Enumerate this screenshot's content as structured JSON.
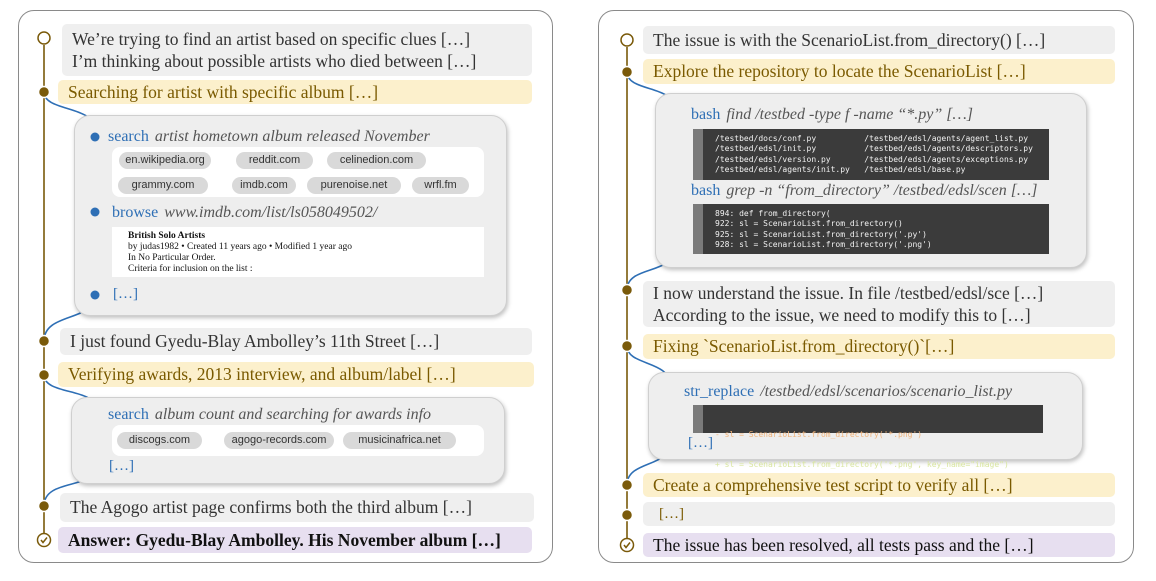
{
  "colors": {
    "trace": "#7a5a0a",
    "tool": "#2e6fb5",
    "thought": "#fcf0cc",
    "answer": "#e7dff0",
    "message": "#efefef"
  },
  "left": {
    "messages": [
      "We’re trying to find an artist based on specific clues […]",
      "I’m thinking about possible artists who died between […]"
    ],
    "plan1": "Searching for artist with specific album […]",
    "tool1": {
      "search_label": "search",
      "search_query": "artist hometown album released November",
      "chips": [
        "en.wikipedia.org",
        "reddit.com",
        "celinedion.com",
        "grammy.com",
        "imdb.com",
        "purenoise.net",
        "wrfl.fm"
      ],
      "browse_label": "browse",
      "browse_url": "www.imdb.com/list/ls058049502/",
      "page": {
        "title": "British Solo Artists",
        "meta": "by judas1982 • Created 11 years ago • Modified 1 year ago",
        "line1": "In No Particular Order.",
        "line2": "Criteria for inclusion on the list :"
      },
      "more": "[…]"
    },
    "msg2": "I just found Gyedu-Blay Ambolley’s 11th Street […]",
    "plan2": "Verifying awards, 2013 interview, and album/label […]",
    "tool2": {
      "search_label": "search",
      "search_query": "album count and searching for awards info",
      "chips": [
        "discogs.com",
        "agogo-records.com",
        "musicinafrica.net"
      ],
      "more": "[…]"
    },
    "msg3": "The Agogo artist page confirms both the third album […]",
    "answer": "Answer: Gyedu-Blay Ambolley. His November album […]"
  },
  "right": {
    "msg1": "The issue is with the ScenarioList.from_directory() […]",
    "plan1": "Explore the repository to locate the ScenarioList […]",
    "tool1": {
      "bash1_label": "bash",
      "bash1_cmd": "find /testbed -type f -name “*.py” […]",
      "bash1_out": "/testbed/docs/conf.py          /testbed/edsl/agents/agent_list.py\n/testbed/edsl/init.py          /testbed/edsl/agents/descriptors.py\n/testbed/edsl/version.py       /testbed/edsl/agents/exceptions.py\n/testbed/edsl/agents/init.py   /testbed/edsl/base.py",
      "bash2_label": "bash",
      "bash2_cmd": "grep -n “from_directory” /testbed/edsl/scen […]",
      "bash2_out": "894: def from_directory(\n922: sl = ScenarioList.from_directory()\n925: sl = ScenarioList.from_directory('.py')\n928: sl = ScenarioList.from_directory('.png')"
    },
    "msg2": [
      "I now understand the issue. In file /testbed/edsl/sce […]",
      "According to the issue, we need to modify this to […]"
    ],
    "plan2": "Fixing `ScenarioList.from_directory()`[…]",
    "tool2": {
      "label": "str_replace",
      "path": "/testbed/edsl/scenarios/scenario_list.py",
      "removed": "- sl = ScenarioList.from_directory('*.png')",
      "added": "+ sl = ScenarioList.from_directory('*.png', key_name=\"image\")",
      "more": "[…]"
    },
    "plan3": "Create a comprehensive test script to verify all […]",
    "msg3": "[…]",
    "answer": "The issue has been resolved, all tests pass and the […]"
  }
}
